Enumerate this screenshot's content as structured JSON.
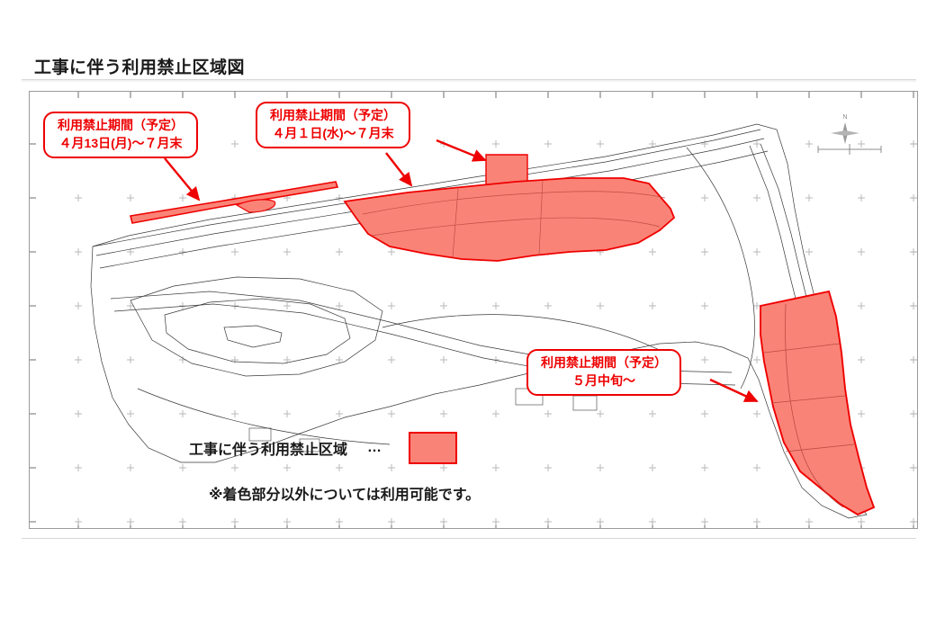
{
  "page": {
    "title": "工事に伴う利用禁止区域図"
  },
  "callouts": [
    {
      "id": "west",
      "line1": "利用禁止期間（予定）",
      "line2": "４月13日(月)〜７月末"
    },
    {
      "id": "north",
      "line1": "利用禁止期間（予定）",
      "line2": "４月１日(水)〜７月末"
    },
    {
      "id": "southeast",
      "line1": "利用禁止期間（予定）",
      "line2": "５月中旬〜"
    }
  ],
  "legend": {
    "label": "工事に伴う利用禁止区域",
    "dots": "…",
    "swatch_fill": "#fa8377",
    "swatch_border": "#ee0000",
    "note": "※着色部分以外については利用可能です。"
  },
  "map": {
    "compass_label": "N",
    "line_color": "#3a3a3a",
    "grid_cross_color": "#b4b4b4",
    "restricted_fill": "#fa8377",
    "restricted_stroke": "#ee0000",
    "arrow_color": "#ee0000",
    "frame_color": "#9a9a9a"
  }
}
